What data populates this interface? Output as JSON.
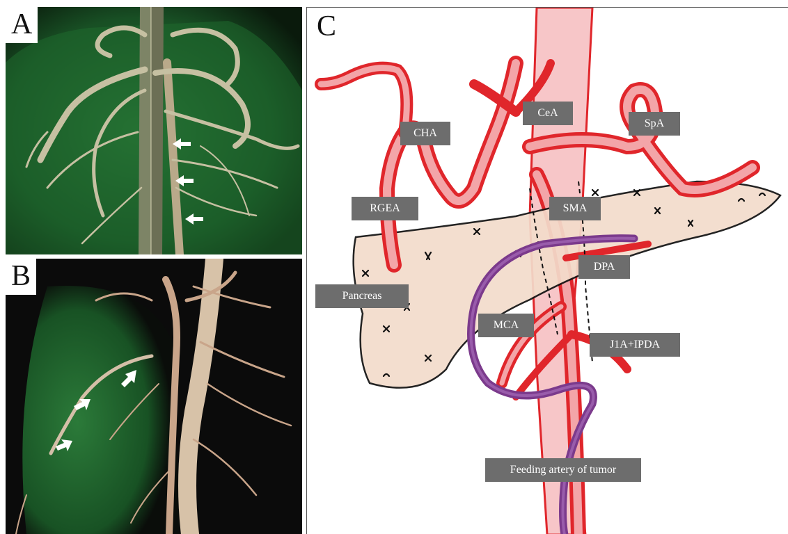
{
  "panels": {
    "a": {
      "letter": "A"
    },
    "b": {
      "letter": "B"
    },
    "c": {
      "letter": "C"
    }
  },
  "diagram_labels": {
    "cea": "CeA",
    "cha": "CHA",
    "spa": "SpA",
    "rgea": "RGEA",
    "sma": "SMA",
    "dpa": "DPA",
    "pancreas": "Pancreas",
    "mca": "MCA",
    "j1a_ipda": "J1A+IPDA",
    "feeding_artery": "Feeding artery of tumor"
  },
  "colors": {
    "artery_red": "#e0262b",
    "artery_light": "#f7c6c8",
    "pancreas_fill": "#f3dccb",
    "feeding_purple": "#7b3a8c",
    "label_bg": "#6d6d6d",
    "ct_green": "#1e5a2a",
    "ct_vessel": "#c9c1a4"
  },
  "arrows": {
    "panel_a_count": 3,
    "panel_b_count": 3
  }
}
